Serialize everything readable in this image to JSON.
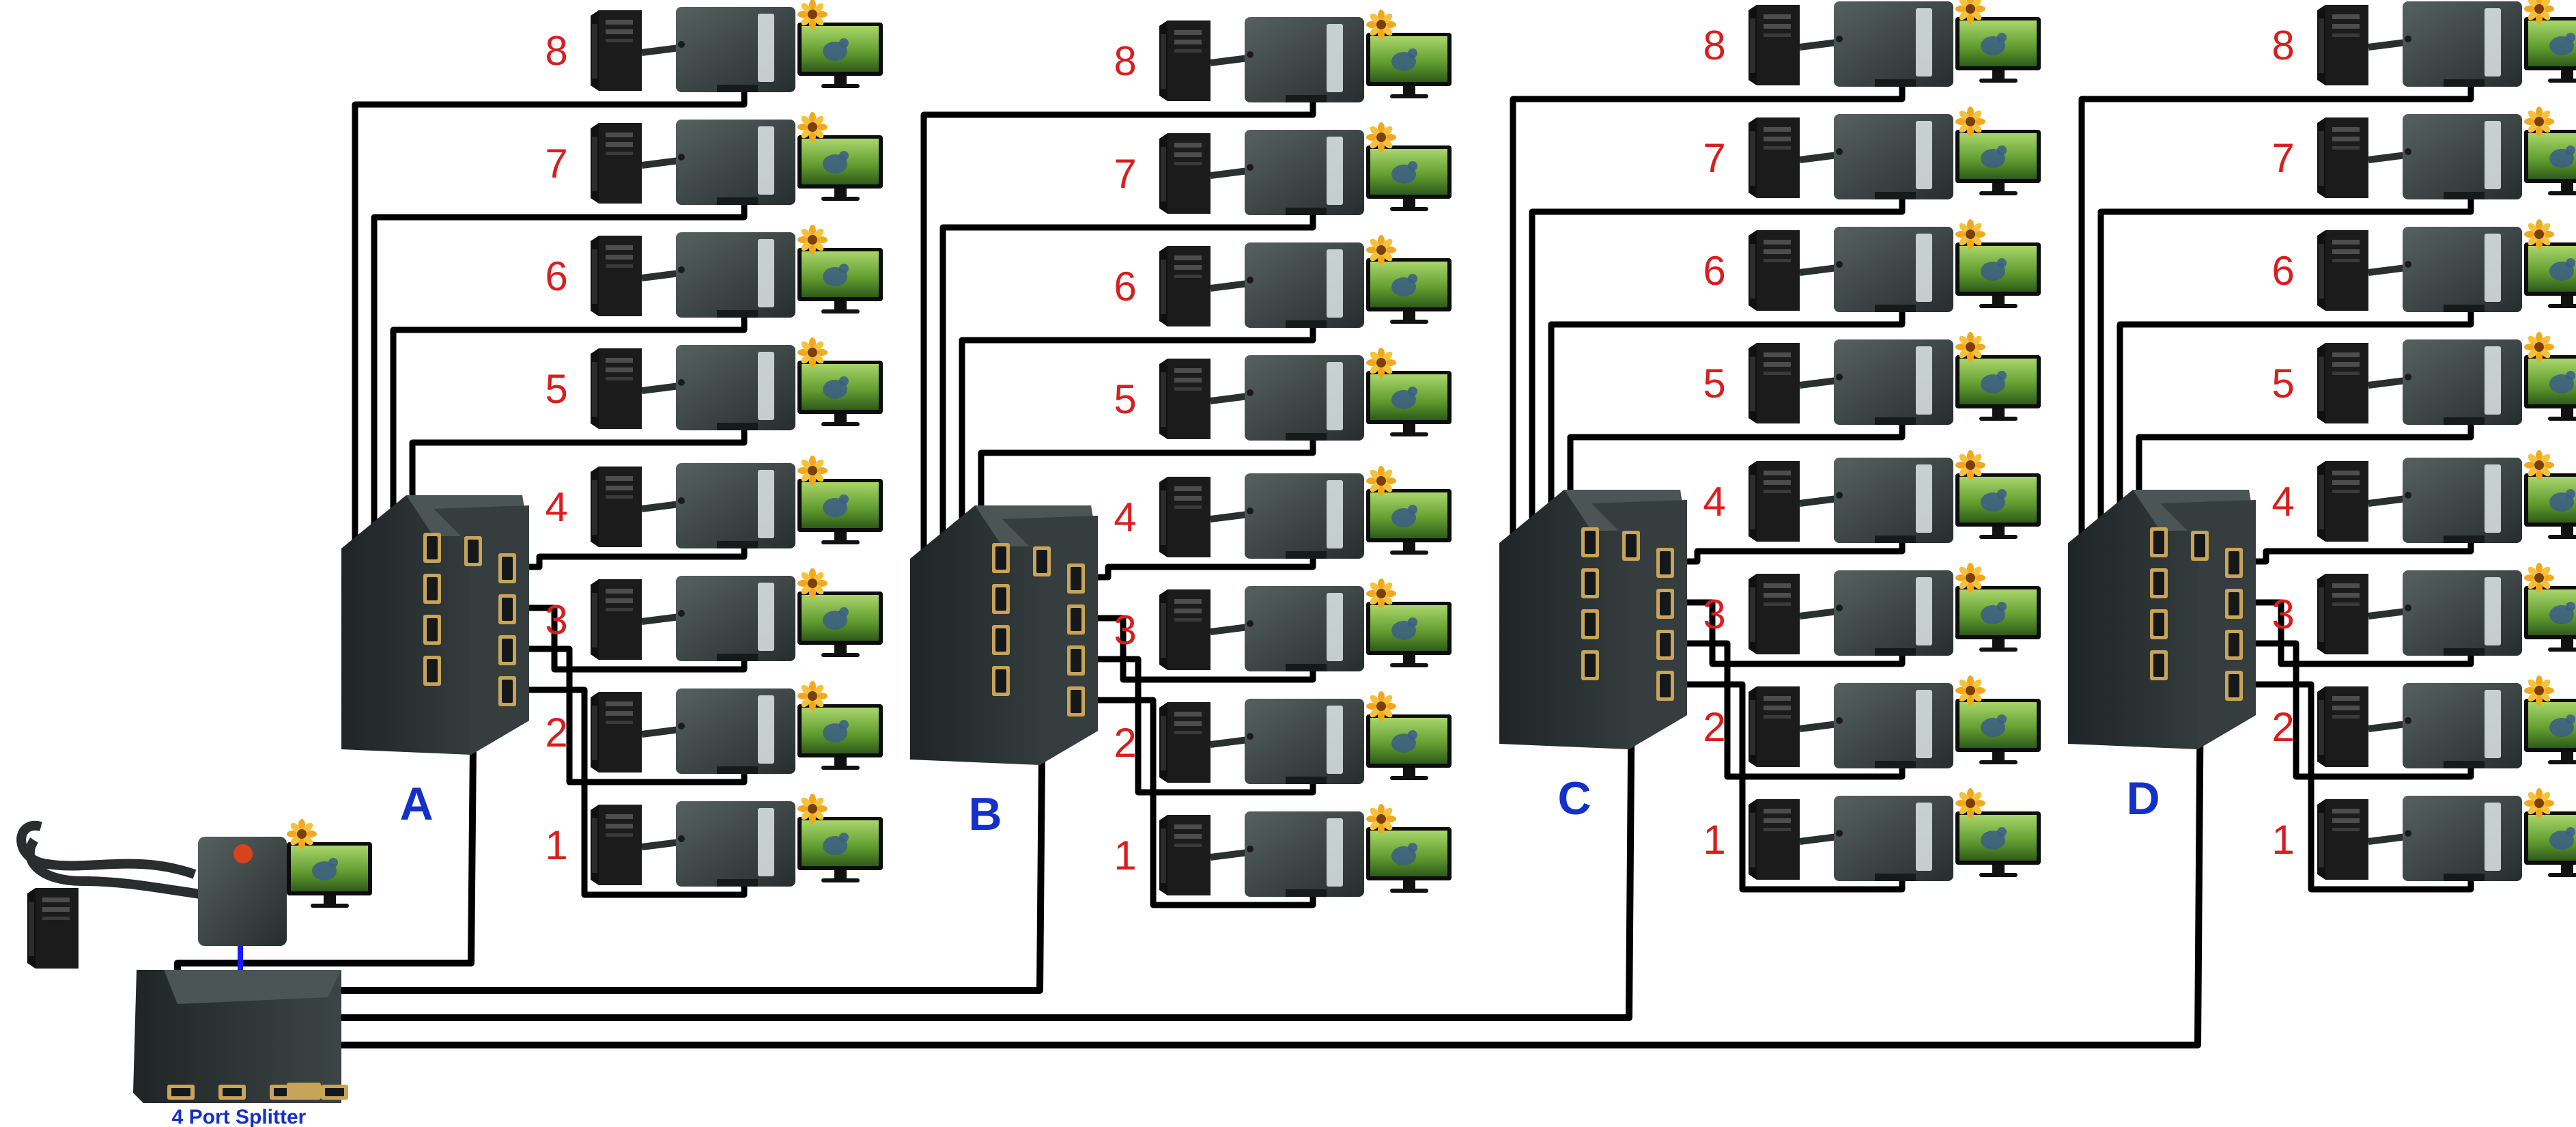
{
  "groups": [
    {
      "label": "A",
      "ports": [
        "8",
        "7",
        "6",
        "5",
        "4",
        "3",
        "2",
        "1"
      ]
    },
    {
      "label": "B",
      "ports": [
        "8",
        "7",
        "6",
        "5",
        "4",
        "3",
        "2",
        "1"
      ]
    },
    {
      "label": "C",
      "ports": [
        "8",
        "7",
        "6",
        "5",
        "4",
        "3",
        "2",
        "1"
      ]
    },
    {
      "label": "D",
      "ports": [
        "8",
        "7",
        "6",
        "5",
        "4",
        "3",
        "2",
        "1"
      ]
    }
  ],
  "splitter": {
    "caption": "4 Port Splitter"
  },
  "colors": {
    "number": "#d81e1e",
    "group_label": "#1530c8",
    "splitter_cable": "#1a1aff",
    "cable": "#000000",
    "device_body": "#3b4547",
    "screen_green": "#6fa43a",
    "flower_yellow": "#f2a81e"
  }
}
